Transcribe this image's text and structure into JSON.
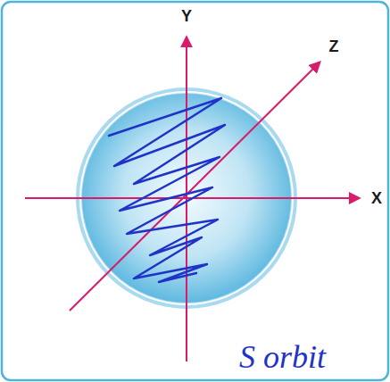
{
  "diagram": {
    "labels": [
      "Y",
      "X",
      "Z",
      "S orbit"
    ]
  }
}
